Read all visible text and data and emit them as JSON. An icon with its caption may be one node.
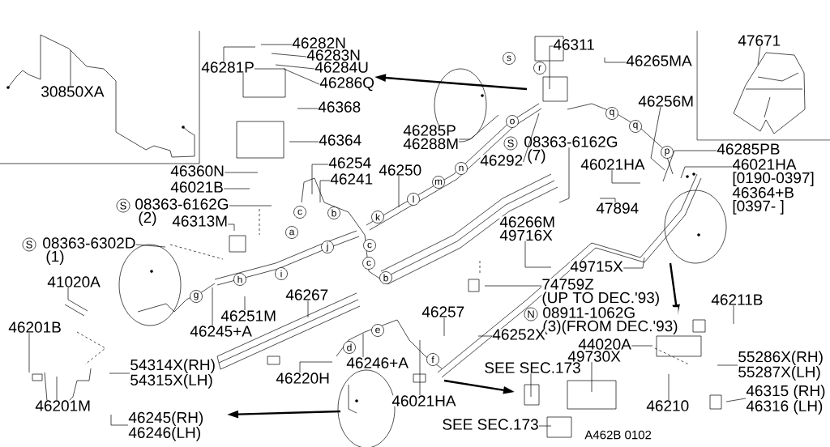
{
  "diagram": {
    "nodes": [
      {
        "text": [
          "30850XA"
        ]
      },
      {
        "text": [
          "46281P"
        ]
      },
      {
        "text": [
          "46282N"
        ]
      },
      {
        "text": [
          "46283N"
        ]
      },
      {
        "text": [
          "46284U"
        ]
      },
      {
        "text": [
          "46286Q"
        ]
      },
      {
        "text": [
          "46368"
        ]
      },
      {
        "text": [
          "46364"
        ]
      },
      {
        "text": [
          "46360N"
        ]
      },
      {
        "text": [
          "46021B"
        ]
      },
      {
        "text": [
          "08363-6162G"
        ],
        "beside": [
          "(2)"
        ]
      },
      {
        "text": [
          "46313M"
        ]
      },
      {
        "text": [
          "08363-6302D"
        ],
        "beside": [
          "(1)"
        ]
      },
      {
        "text": [
          "41020A"
        ]
      },
      {
        "text": [
          "46201B"
        ]
      },
      {
        "text": [
          "46201M"
        ]
      },
      {
        "text": [
          "54314X(RH)",
          "54315X(LH)"
        ]
      },
      {
        "text": [
          "46245(RH)",
          "46246(LH)"
        ]
      },
      {
        "text": [
          "46245+A"
        ]
      },
      {
        "text": [
          "46251M"
        ]
      },
      {
        "text": [
          "46254"
        ]
      },
      {
        "text": [
          "46241"
        ]
      },
      {
        "text": [
          "46250"
        ]
      },
      {
        "text": [
          "46285P",
          "46288M"
        ]
      },
      {
        "text": [
          "46292"
        ]
      },
      {
        "text": [
          "46311"
        ]
      },
      {
        "text": [
          "46265MA"
        ]
      },
      {
        "text": [
          "46256M"
        ]
      },
      {
        "text": [
          "08363-6162G"
        ],
        "beside": [
          "(7)"
        ]
      },
      {
        "text": [
          "46021HA"
        ]
      },
      {
        "text": [
          "46285PB"
        ]
      },
      {
        "text": [
          "46021HA",
          "[0190-0397]",
          "46364+B",
          "[0397- ]"
        ]
      },
      {
        "text": [
          "47894"
        ]
      },
      {
        "text": [
          "46266M",
          "49716X"
        ]
      },
      {
        "text": [
          "49715X"
        ]
      },
      {
        "text": [
          "74759Z",
          "(UP TO DEC.'93)"
        ]
      },
      {
        "text": [
          "08911-1062G",
          "(3)(FROM DEC.'93)"
        ]
      },
      {
        "text": [
          "46257"
        ]
      },
      {
        "text": [
          "46252X"
        ]
      },
      {
        "text": [
          "46246+A"
        ]
      },
      {
        "text": [
          "46220H"
        ]
      },
      {
        "text": [
          "46021HA"
        ]
      },
      {
        "text": [
          "SEE SEC.173"
        ]
      },
      {
        "text": [
          "44020A"
        ]
      },
      {
        "text": [
          "49730X"
        ]
      },
      {
        "text": [
          "55286X(RH)",
          "55287X(LH)"
        ]
      },
      {
        "text": [
          "46211B"
        ]
      },
      {
        "text": [
          "46210"
        ]
      },
      {
        "text": [
          "46315 (RH)",
          "46316 (LH)"
        ]
      },
      {
        "text": [
          "SEE SEC.173"
        ]
      },
      {
        "text": [
          "47671"
        ]
      },
      {
        "text": [
          "46267"
        ]
      }
    ],
    "edges": [
      {
        "from": 0,
        "to": null,
        "arrow": "none"
      },
      {
        "from": 1,
        "to": null,
        "arrow": "none"
      },
      {
        "from": 2,
        "to": null,
        "arrow": "none"
      },
      {
        "from": 3,
        "to": null,
        "arrow": "none"
      },
      {
        "from": 4,
        "to": null,
        "arrow": "none"
      },
      {
        "from": 5,
        "to": null,
        "arrow": "none"
      },
      {
        "from": 6,
        "to": null,
        "arrow": "none"
      },
      {
        "from": 7,
        "to": null,
        "arrow": "none"
      },
      {
        "from": 8,
        "to": null,
        "arrow": "none"
      },
      {
        "from": 9,
        "to": null,
        "arrow": "none"
      },
      {
        "from": 10,
        "to": null,
        "arrow": "none"
      },
      {
        "from": 11,
        "to": null,
        "arrow": "none"
      },
      {
        "from": 12,
        "to": null,
        "arrow": "none"
      },
      {
        "from": 13,
        "to": null,
        "arrow": "none"
      },
      {
        "from": 14,
        "to": null,
        "arrow": "none"
      },
      {
        "from": 15,
        "to": null,
        "arrow": "none"
      },
      {
        "from": 16,
        "to": null,
        "arrow": "none"
      },
      {
        "from": 17,
        "to": null,
        "arrow": "none"
      },
      {
        "from": 18,
        "to": null,
        "arrow": "none"
      },
      {
        "from": 19,
        "to": null,
        "arrow": "none"
      },
      {
        "from": 20,
        "to": null,
        "arrow": "none"
      },
      {
        "from": 21,
        "to": null,
        "arrow": "none"
      },
      {
        "from": 22,
        "to": null,
        "arrow": "none"
      },
      {
        "from": 23,
        "to": null,
        "arrow": "none"
      },
      {
        "from": 24,
        "to": null,
        "arrow": "none"
      },
      {
        "from": 25,
        "to": null,
        "arrow": "none"
      },
      {
        "from": 26,
        "to": null,
        "arrow": "none"
      },
      {
        "from": 27,
        "to": null,
        "arrow": "none"
      },
      {
        "from": 28,
        "to": null,
        "arrow": "none"
      },
      {
        "from": 29,
        "to": null,
        "arrow": "none"
      },
      {
        "from": 30,
        "to": null,
        "arrow": "none"
      },
      {
        "from": 31,
        "to": null,
        "arrow": "none"
      },
      {
        "from": 32,
        "to": null,
        "arrow": "none"
      },
      {
        "from": 33,
        "to": null,
        "arrow": "none"
      },
      {
        "from": 34,
        "to": null,
        "arrow": "none"
      },
      {
        "from": 35,
        "to": null,
        "arrow": "none"
      },
      {
        "from": 37,
        "to": null,
        "arrow": "none"
      },
      {
        "from": 38,
        "to": null,
        "arrow": "none"
      },
      {
        "from": 39,
        "to": null,
        "arrow": "none"
      },
      {
        "from": 40,
        "to": null,
        "arrow": "none"
      },
      {
        "from": 41,
        "to": null,
        "arrow": "none"
      },
      {
        "from": 42,
        "to": null,
        "arrow": "none"
      },
      {
        "from": 43,
        "to": null,
        "arrow": "none"
      },
      {
        "from": 44,
        "to": null,
        "arrow": "none"
      },
      {
        "from": 45,
        "to": null,
        "arrow": "none"
      },
      {
        "from": 46,
        "to": null,
        "arrow": "none"
      },
      {
        "from": 47,
        "to": null,
        "arrow": "none"
      },
      {
        "from": 48,
        "to": null,
        "arrow": "none"
      },
      {
        "from": 49,
        "to": null,
        "arrow": "none"
      },
      {
        "from": 50,
        "to": null,
        "arrow": "none"
      },
      {
        "from": 51,
        "to": null,
        "arrow": "none"
      }
    ],
    "labels": [
      "s",
      "r",
      "q",
      "o",
      "q",
      "S",
      "p",
      "n",
      "m",
      "l",
      "S",
      "c",
      "b",
      "k",
      "a",
      "S",
      "c",
      "j",
      "c",
      "i",
      "b",
      "h",
      "g",
      "N",
      "e",
      "d",
      "f",
      "A462B 0102"
    ]
  }
}
